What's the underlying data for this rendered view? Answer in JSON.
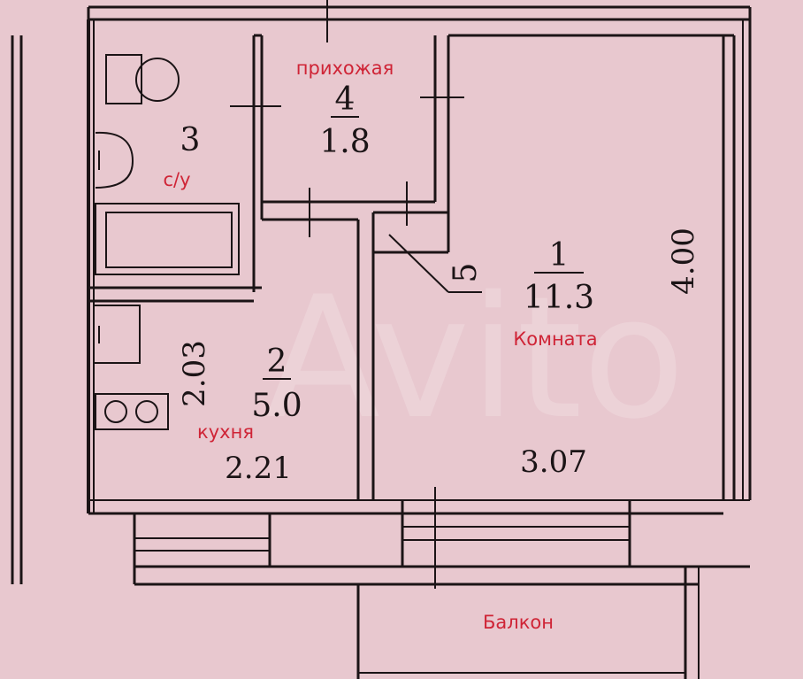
{
  "colors": {
    "paper": "#e8c8cf",
    "ink": "#1b1416",
    "label": "#cf2436"
  },
  "rooms": {
    "room": {
      "number": "1",
      "area": "11.3",
      "name": "Комната"
    },
    "kitchen": {
      "number": "2",
      "area": "5.0",
      "name": "кухня"
    },
    "bathroom": {
      "number": "3",
      "name": "с/у"
    },
    "hallway": {
      "number": "4",
      "area": "1.8",
      "name": "прихожая"
    },
    "closet": {
      "number": "5"
    },
    "balcony": {
      "name": "Балкон"
    }
  },
  "dimensions": {
    "room_depth": "4.00",
    "room_width": "3.07",
    "kitchen_depth": "2.03",
    "kitchen_width": "2.21"
  }
}
